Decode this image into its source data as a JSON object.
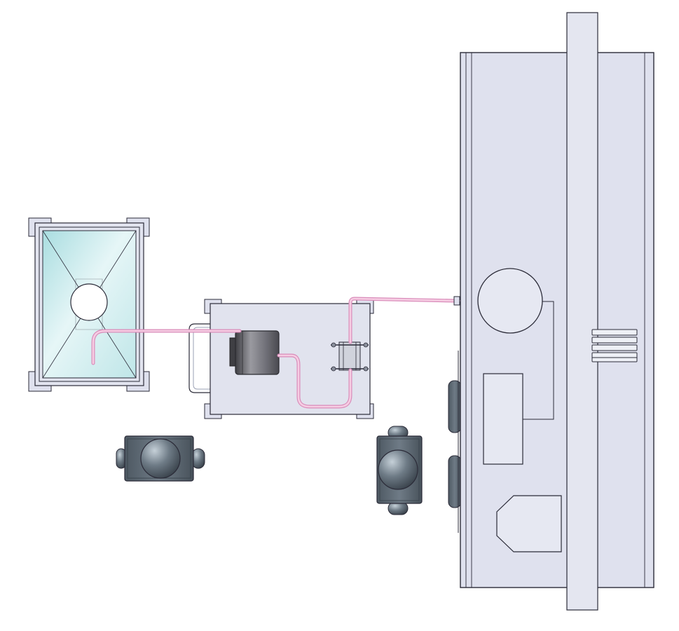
{
  "colors": {
    "background": "#ffffff",
    "panel_fill": "#dfe1ee",
    "panel_fill_light": "#e8eaf3",
    "outline": "#2b2b38",
    "tube": "#f2b6d6",
    "tube_edge": "#d98cba",
    "glass_tint": "#c9ecee",
    "metal_dark": "#4b5560",
    "metal_mid": "#77838e",
    "metal_light": "#b9c3cc"
  },
  "components": [
    {
      "name": "reservoir-tank",
      "label": ""
    },
    {
      "name": "pump-module",
      "label": ""
    },
    {
      "name": "main-cabinet",
      "label": ""
    },
    {
      "name": "wheel-caster",
      "label": ""
    }
  ]
}
